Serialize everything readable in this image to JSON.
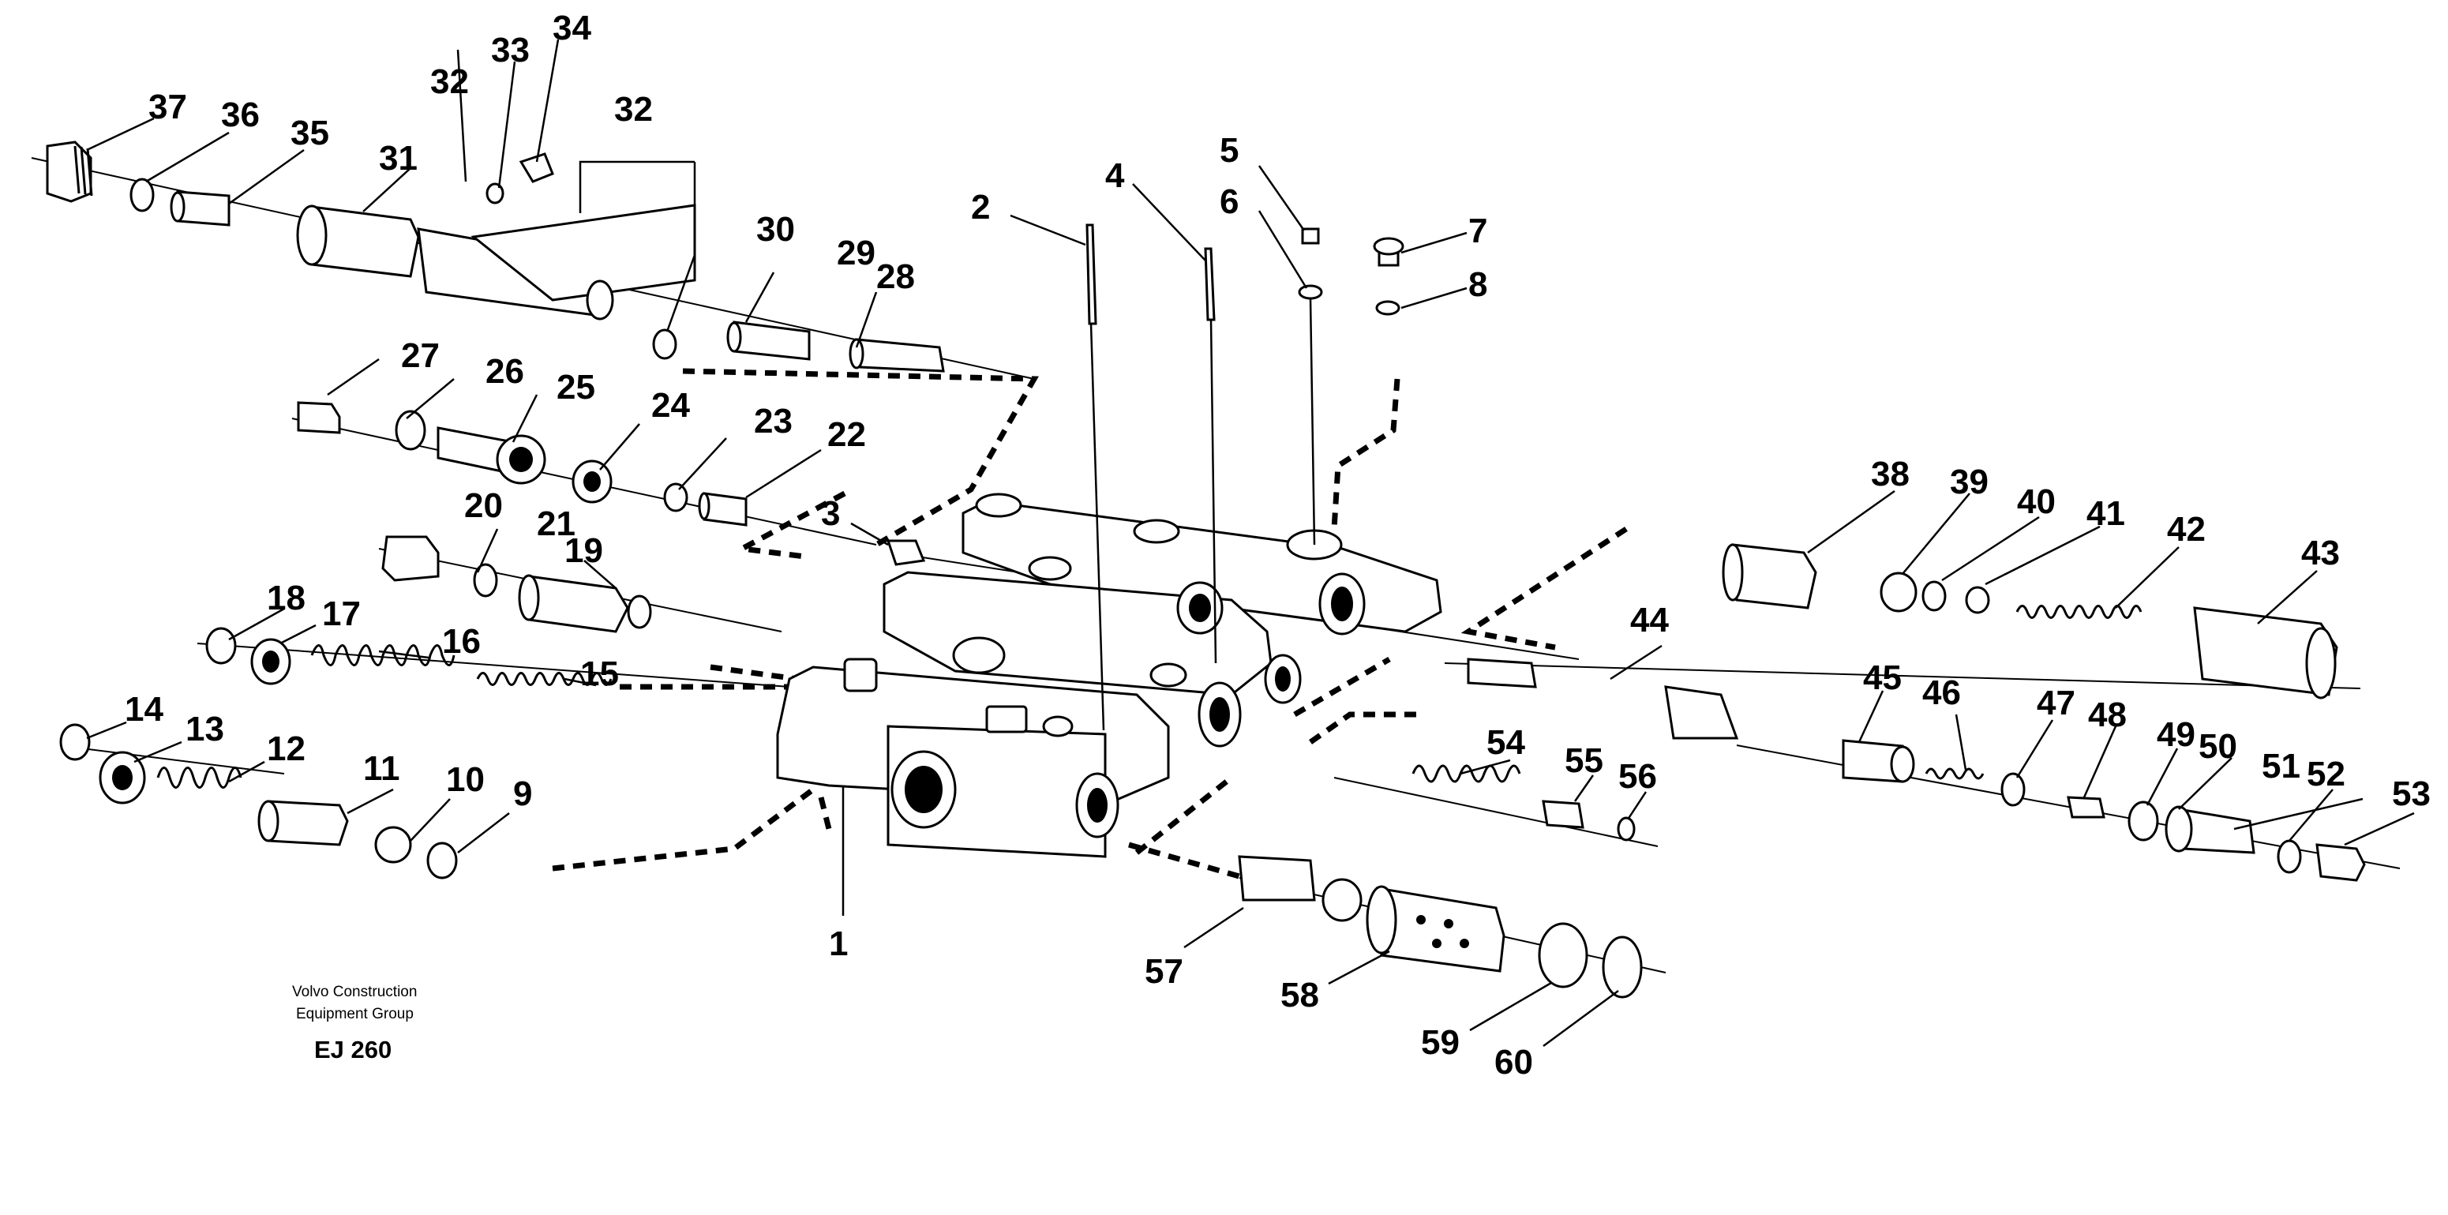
{
  "figure_code": "EJ 260",
  "publisher": {
    "line1": "Volvo Construction",
    "line2": "Equipment Group"
  },
  "callouts": [
    "1",
    "2",
    "3",
    "4",
    "5",
    "6",
    "7",
    "8",
    "9",
    "10",
    "11",
    "12",
    "13",
    "14",
    "15",
    "16",
    "17",
    "18",
    "19",
    "20",
    "21",
    "22",
    "23",
    "24",
    "25",
    "26",
    "27",
    "28",
    "29",
    "30",
    "31",
    "32",
    "33",
    "34",
    "35",
    "36",
    "37",
    "38",
    "39",
    "40",
    "41",
    "42",
    "43",
    "44",
    "45",
    "46",
    "47",
    "48",
    "49",
    "50",
    "51",
    "52",
    "53",
    "54",
    "55",
    "56",
    "57",
    "58",
    "59",
    "60"
  ]
}
